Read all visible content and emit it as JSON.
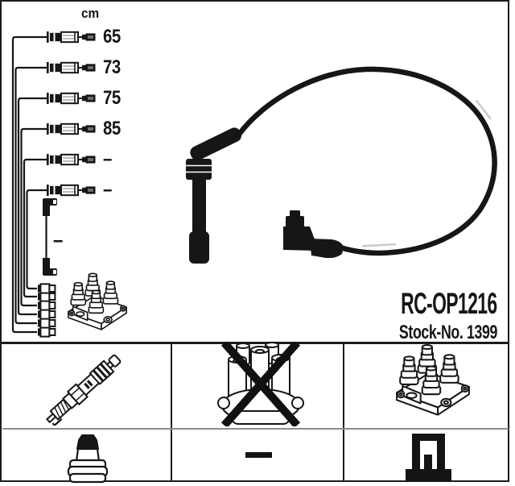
{
  "unit_header": "cm",
  "schematic": {
    "cable_lengths": [
      "65",
      "73",
      "75",
      "85",
      "–",
      "–"
    ],
    "coil_cable_length": "–",
    "end_items": [
      "six-distributor-end-connectors",
      "ignition-coil-pack-drawing"
    ]
  },
  "product": {
    "part_number": "RC-OP1216",
    "stock_number": "Stock-No. 1399"
  },
  "photo": {
    "description_icon": "ignition-lead-with-plug-boot-and-coil-connector"
  },
  "legend": {
    "row1": [
      {
        "icon": "spark-plug"
      },
      {
        "icon": "distributor-cap-crossed-out"
      },
      {
        "icon": "ignition-coil-pack"
      }
    ],
    "row2": [
      {
        "icon": "terminal-nut"
      },
      {
        "icon": "dash",
        "label": "–"
      },
      {
        "icon": "plug-connector-cross-section"
      }
    ]
  },
  "colors": {
    "ink": "#161616",
    "background": "#ffffff",
    "divider_gray": "#8c8c8c"
  }
}
